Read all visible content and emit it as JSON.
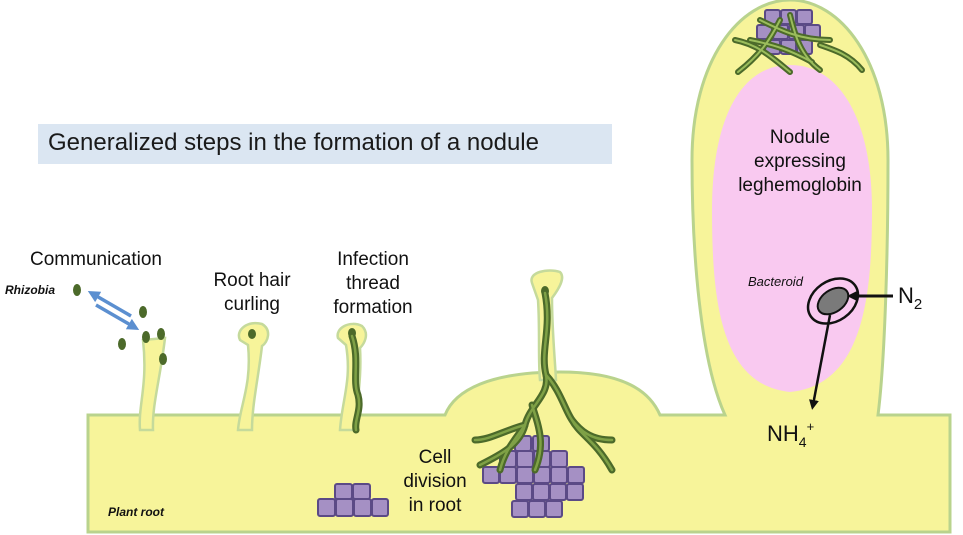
{
  "title": "Generalized steps in the formation of a nodule",
  "labels": {
    "communication": "Communication",
    "rhizobia": "Rhizobia",
    "root_hair_curling": [
      "Root hair",
      "curling"
    ],
    "infection_thread": [
      "Infection",
      "thread",
      "formation"
    ],
    "cell_division": [
      "Cell",
      "division",
      "in root"
    ],
    "plant_root": "Plant root",
    "nodule": [
      "Nodule",
      "expressing",
      "leghemoglobin"
    ],
    "bacteroid": "Bacteroid",
    "n2": "N",
    "n2_sub": "2",
    "nh4": "NH",
    "nh4_sub": "4",
    "nh4_sup": "+"
  },
  "colors": {
    "root_fill": "#f7f49a",
    "root_stroke": "#b9d38d",
    "nodule_fill": "#f9c9f0",
    "thread": "#4c6a2a",
    "thread_light": "#9bbd5c",
    "cell_fill": "#a590c4",
    "cell_stroke": "#5b4a86",
    "arrow_blue": "#5b8fd0",
    "title_bg": "#dbe6f2"
  }
}
